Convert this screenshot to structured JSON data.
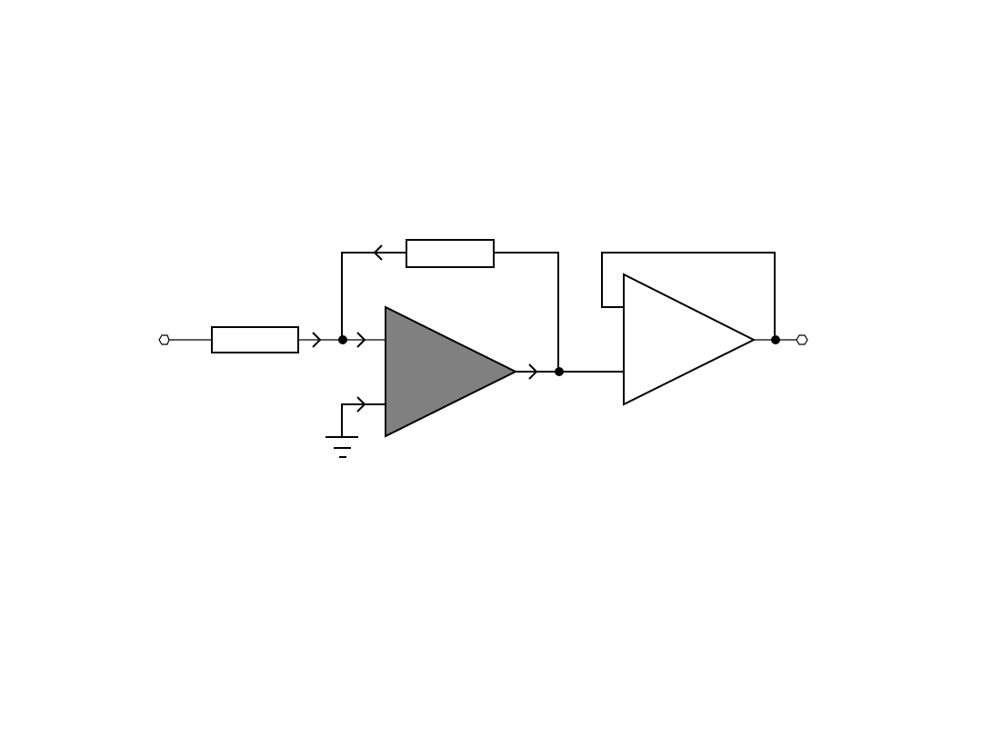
{
  "colors": {
    "wire": "#000000",
    "background": "#ffffff",
    "opamp1_fill": "#808080",
    "opamp2_fill": "#ffffff"
  },
  "components": [
    "input-terminal",
    "input-resistor",
    "feedback-resistor",
    "inverting-amplifier",
    "ground",
    "buffer-amplifier",
    "output-terminal"
  ]
}
